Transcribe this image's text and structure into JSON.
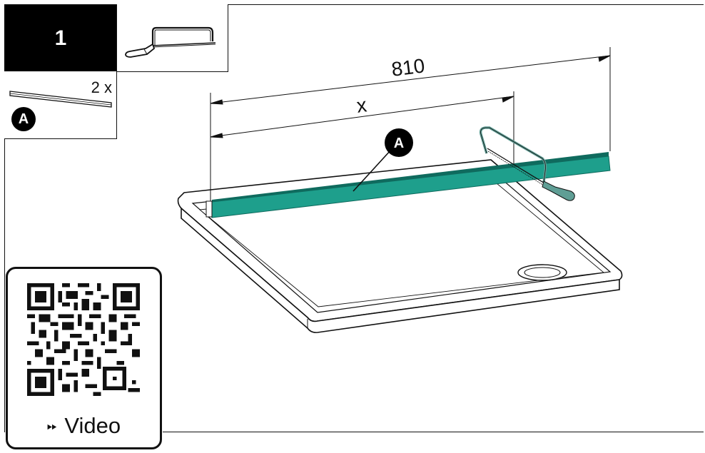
{
  "step": {
    "number": "1"
  },
  "part": {
    "quantity": "2 x",
    "label": "A"
  },
  "dimensions": {
    "total": "810",
    "cut": "x"
  },
  "callout": {
    "label": "A"
  },
  "video": {
    "label": "Video",
    "arrows": "⏩︎"
  },
  "colors": {
    "rail": "#1e9f8c",
    "rail_dark": "#127566",
    "ink": "#111111",
    "saw": "#5f9e95"
  }
}
